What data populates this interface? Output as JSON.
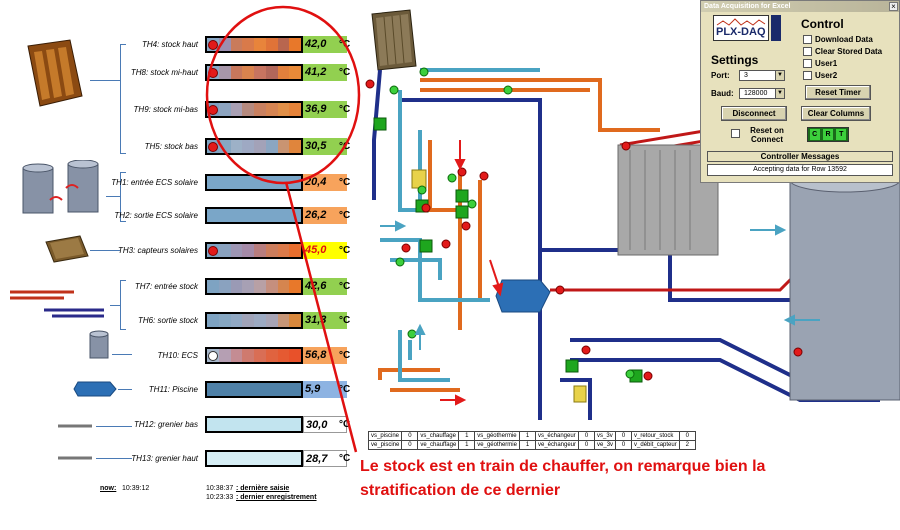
{
  "sensors": [
    {
      "id": "th4",
      "label": "TH4: stock haut",
      "value": "42,0",
      "unit": "°C",
      "value_color": "#92d050",
      "led": "red",
      "bar": [
        "#8aa9c7",
        "#9b8fb0",
        "#c97b5b",
        "#d97a4a",
        "#e8843b",
        "#e07338",
        "#b8664f",
        "#e8782a"
      ]
    },
    {
      "id": "th8",
      "label": "TH8: stock mi-haut",
      "value": "41,2",
      "unit": "°C",
      "value_color": "#92d050",
      "led": "red",
      "bar": [
        "#8aa9c7",
        "#a796a9",
        "#c7775c",
        "#d9834e",
        "#c77460",
        "#b2675a",
        "#e2803c",
        "#e98a38"
      ]
    },
    {
      "id": "th9",
      "label": "TH9: stock mi-bas",
      "value": "36,9",
      "unit": "°C",
      "value_color": "#92d050",
      "led": "red",
      "bar": [
        "#7fa0c0",
        "#8da4c0",
        "#a9a0b4",
        "#b58a7f",
        "#c88060",
        "#d58452",
        "#e08f48",
        "#e5833a"
      ]
    },
    {
      "id": "th5",
      "label": "TH5: stock bas",
      "value": "30,5",
      "unit": "°C",
      "value_color": "#92d050",
      "led": "red",
      "bar": [
        "#7ea3c2",
        "#86a7c2",
        "#9db1c7",
        "#9ea9c3",
        "#a3a2b8",
        "#8ba6c2",
        "#c99472",
        "#e0853c"
      ]
    },
    {
      "id": "th1",
      "label": "TH1: entrée ECS solaire",
      "value": "20,4",
      "unit": "°C",
      "value_color": "#f7a35c",
      "led": "none",
      "bar": [
        "#7aa6c8",
        "#7aa6c8",
        "#7aa6c8",
        "#7aa6c8",
        "#7aa6c8",
        "#7aa6c8",
        "#7aa6c8",
        "#7aa6c8"
      ]
    },
    {
      "id": "th2",
      "label": "TH2: sortie ECS solaire",
      "value": "26,2",
      "unit": "°C",
      "value_color": "#f7a35c",
      "led": "none",
      "bar": [
        "#7aa6c8",
        "#7aa6c8",
        "#7aa6c8",
        "#7aa6c8",
        "#7aa6c8",
        "#7aa6c8",
        "#7aa6c8",
        "#7aa6c8"
      ]
    },
    {
      "id": "th3",
      "label": "TH3: capteurs solaires",
      "value": "45,0",
      "unit": "°C",
      "value_color": "#ffff00",
      "led": "red",
      "bar": [
        "#7ea3c2",
        "#8aa2bf",
        "#9e96b4",
        "#a58aa8",
        "#b87d7e",
        "#cc7d5c",
        "#db7a4a",
        "#e86e2e"
      ]
    },
    {
      "id": "th7",
      "label": "TH7: entrée stock",
      "value": "42,6",
      "unit": "°C",
      "value_color": "#92d050",
      "led": "none",
      "bar": [
        "#7ea3c2",
        "#8aa2bf",
        "#9a9ab5",
        "#a7a0b4",
        "#b8a0a5",
        "#c58f7e",
        "#d5854f",
        "#e8782a"
      ]
    },
    {
      "id": "th6",
      "label": "TH6: sortie stock",
      "value": "31,3",
      "unit": "°C",
      "value_color": "#92d050",
      "led": "none",
      "bar": [
        "#7ea3c2",
        "#86a7c2",
        "#90a8c3",
        "#a0a3b8",
        "#9caac2",
        "#a7a4b5",
        "#c79677",
        "#d9883c"
      ]
    },
    {
      "id": "th10",
      "label": "TH10: ECS",
      "value": "56,8",
      "unit": "°C",
      "value_color": "#f7a35c",
      "led": "white",
      "bar": [
        "#a8b8cc",
        "#b59fb3",
        "#c48c93",
        "#cf7a6e",
        "#d96e55",
        "#e0633f",
        "#e55a32",
        "#e8512a"
      ]
    },
    {
      "id": "th11",
      "label": "TH11: Piscine",
      "value": "5,9",
      "unit": "°C",
      "value_color": "#8db3e2",
      "led": "none",
      "bar": [
        "#4f81a8",
        "#4f81a8",
        "#4f81a8",
        "#4f81a8",
        "#4f81a8",
        "#4f81a8",
        "#4f81a8",
        "#4f81a8"
      ]
    },
    {
      "id": "th12",
      "label": "TH12: grenier bas",
      "value": "30,0",
      "unit": "°C",
      "value_color": "#ffffff",
      "led": "none",
      "bar": [
        "#c2e4ef",
        "#c2e4ef",
        "#c2e4ef",
        "#c2e4ef",
        "#c2e4ef",
        "#c2e4ef",
        "#c2e4ef",
        "#c2e4ef"
      ]
    },
    {
      "id": "th13",
      "label": "TH13: grenier haut",
      "value": "28,7",
      "unit": "°C",
      "value_color": "#ffffff",
      "led": "none",
      "bar": [
        "#d6eef5",
        "#d6eef5",
        "#d6eef5",
        "#d6eef5",
        "#d6eef5",
        "#d6eef5",
        "#d6eef5",
        "#d6eef5"
      ]
    }
  ],
  "footer": {
    "now_label": "now:",
    "now_time": "10:39:12",
    "last_entry_time": "10:38:37",
    "last_entry_label": ": dernière saisie",
    "last_record_time": "10:23:33",
    "last_record_label": ": dernier enregistrement"
  },
  "status_table": [
    [
      "vs_piscine",
      "0",
      "vs_chauffage",
      "1",
      "vs_géothermie",
      "1",
      "vs_échangeur",
      "0",
      "vs_3v",
      "0",
      "v_retour_stock",
      "0"
    ],
    [
      "ve_piscine",
      "0",
      "ve_chauffage",
      "1",
      "ve_géothermie",
      "1",
      "ve_échangeur",
      "0",
      "ve_3v",
      "0",
      "v_débit_capteur",
      "2"
    ]
  ],
  "annotation": {
    "line1": "Le stock est en train de chauffer, on remarque bien la",
    "line2": "stratification de ce dernier"
  },
  "plx_daq": {
    "title": "Data Acquisition for Excel",
    "logo": "PLX-DAQ",
    "control_heading": "Control",
    "checkboxes": [
      "Download Data",
      "Clear Stored Data",
      "User1",
      "User2"
    ],
    "settings_heading": "Settings",
    "port_label": "Port:",
    "port_value": "3",
    "baud_label": "Baud:",
    "baud_value": "128000",
    "reset_timer_button": "Reset Timer",
    "disconnect_button": "Disconnect",
    "clear_columns_button": "Clear Columns",
    "reset_on_connect_label": "Reset on Connect",
    "indicator_letters": [
      "C",
      "R",
      "T"
    ],
    "controller_messages_heading": "Controller Messages",
    "status_message": "Accepting data for Row 13592"
  },
  "colors": {
    "pipe_hot": "#e06a1e",
    "pipe_cold": "#1f2f8a",
    "pipe_mid": "#4aa3c2",
    "annotation_red": "#e01010"
  }
}
